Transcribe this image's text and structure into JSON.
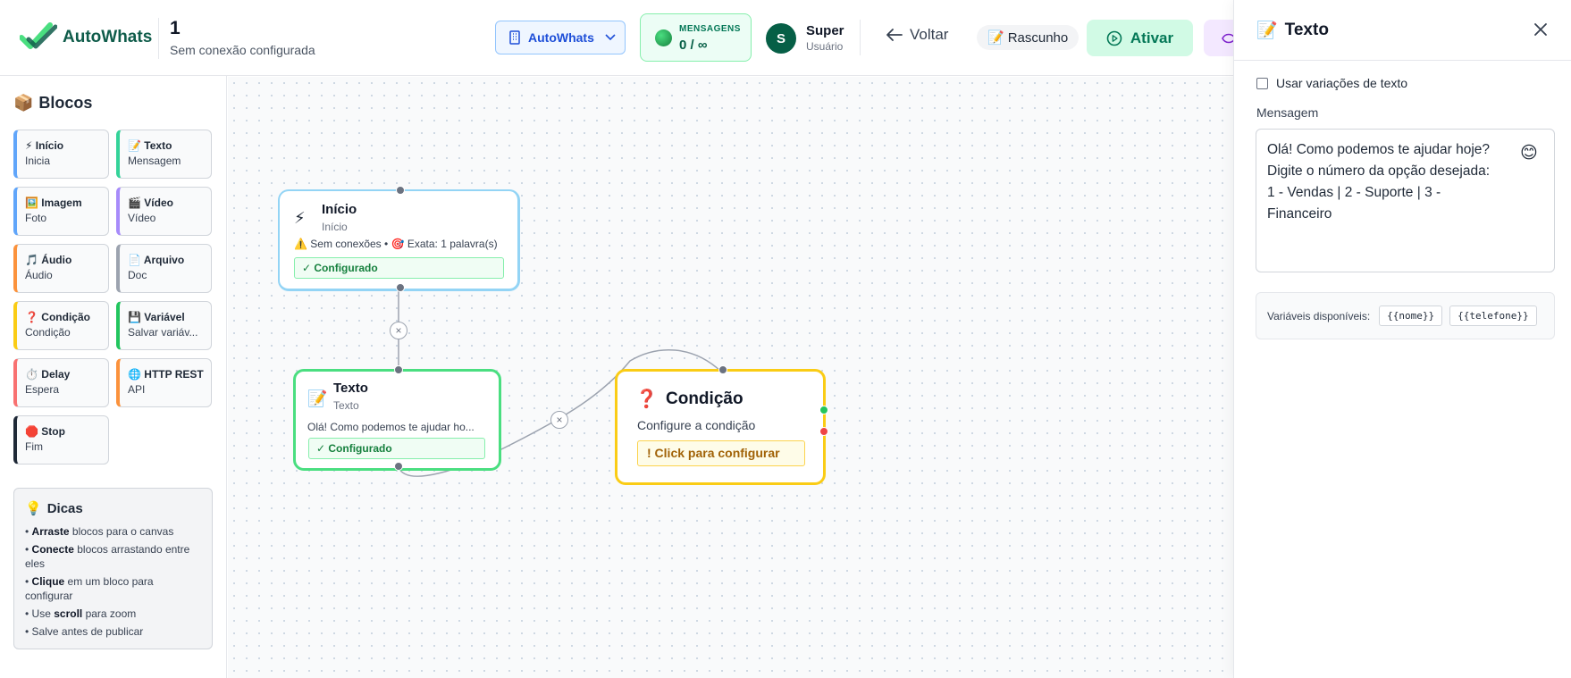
{
  "header": {
    "logo_text": "AutoWhats",
    "flow_title": "1",
    "flow_subtitle": "Sem conexão configurada",
    "workspace_label": "AutoWhats",
    "messages_label": "MENSAGENS",
    "messages_value": "0 / ∞",
    "user_initial": "S",
    "user_name": "Super",
    "user_role": "Usuário",
    "back_label": "Voltar",
    "draft_label": "Rascunho",
    "activate_label": "Ativar"
  },
  "sidebar": {
    "title": "Blocos",
    "blocks": [
      {
        "icon": "⚡",
        "title": "Início",
        "subtitle": "Inicia",
        "color": "#60a5fa"
      },
      {
        "icon": "📝",
        "title": "Texto",
        "subtitle": "Mensagem",
        "color": "#34d399"
      },
      {
        "icon": "🖼️",
        "title": "Imagem",
        "subtitle": "Foto",
        "color": "#60a5fa"
      },
      {
        "icon": "🎬",
        "title": "Vídeo",
        "subtitle": "Vídeo",
        "color": "#a78bfa"
      },
      {
        "icon": "🎵",
        "title": "Áudio",
        "subtitle": "Áudio",
        "color": "#fb923c"
      },
      {
        "icon": "📄",
        "title": "Arquivo",
        "subtitle": "Doc",
        "color": "#9ca3af"
      },
      {
        "icon": "❓",
        "title": "Condição",
        "subtitle": "Condição",
        "color": "#facc15"
      },
      {
        "icon": "💾",
        "title": "Variável",
        "subtitle": "Salvar variáv...",
        "color": "#22c55e"
      },
      {
        "icon": "⏱️",
        "title": "Delay",
        "subtitle": "Espera",
        "color": "#f87171"
      },
      {
        "icon": "🌐",
        "title": "HTTP REST",
        "subtitle": "API",
        "color": "#fb923c"
      },
      {
        "icon": "🛑",
        "title": "Stop",
        "subtitle": "Fim",
        "color": "#1f2937"
      }
    ],
    "tips_title": "Dicas",
    "tips": [
      {
        "bold": "Arraste",
        "rest": " blocos para o canvas"
      },
      {
        "bold": "Conecte",
        "rest": " blocos arrastando entre eles"
      },
      {
        "bold": "Clique",
        "rest": " em um bloco para configurar"
      },
      {
        "pre": "Use ",
        "bold": "scroll",
        "rest": " para zoom"
      },
      {
        "bold": "",
        "rest": "Salve antes de publicar"
      }
    ]
  },
  "canvas": {
    "node_inicio": {
      "icon": "⚡",
      "title": "Início",
      "type": "Início",
      "warning": "Sem conexões",
      "match": "Exata: 1 palavra(s)",
      "status": "✓ Configurado"
    },
    "node_texto": {
      "icon": "📝",
      "title": "Texto",
      "type": "Texto",
      "preview": "Olá! Como podemos te ajudar ho...",
      "status": "✓ Configurado"
    },
    "node_condicao": {
      "icon": "❓",
      "title": "Condição",
      "description": "Configure a condição",
      "cta": "! Click para configurar"
    },
    "edge_remove_symbol": "×"
  },
  "panel": {
    "icon": "📝",
    "title": "Texto",
    "variations_label": "Usar variações de texto",
    "variations_checked": false,
    "message_label": "Mensagem",
    "message_lines": [
      "Olá! Como podemos te ajudar hoje?",
      "Digite o número da opção desejada:",
      "1 - Vendas | 2 - Suporte | 3 -",
      "Financeiro"
    ],
    "emoji_icon": "😊",
    "vars_label": "Variáveis disponíveis:",
    "vars": [
      "{{nome}}",
      "{{telefone}}"
    ]
  },
  "colors": {
    "brand": "#0f5c4a",
    "inicio_border": "#7dd3fc",
    "texto_border": "#4ade80",
    "condicao_border": "#facc15",
    "success": "#22c55e",
    "danger": "#ef4444"
  }
}
